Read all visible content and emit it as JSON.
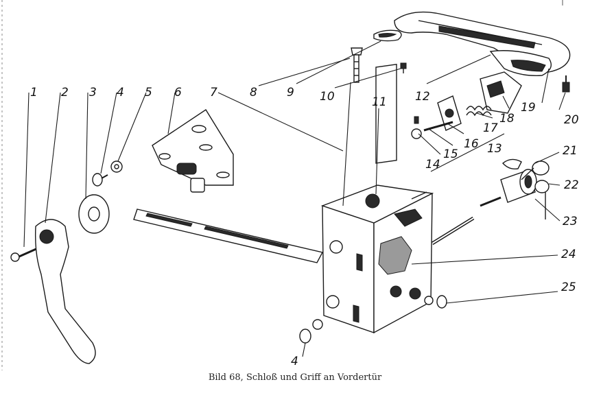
{
  "caption": "Bild 68, Schloß und Griff an Vordertür",
  "labels": {
    "p1": "1",
    "p2": "2",
    "p3": "3",
    "p4a": "4",
    "p4b": "4",
    "p5": "5",
    "p6": "6",
    "p7": "7",
    "p8": "8",
    "p9": "9",
    "p10": "10",
    "p11": "11",
    "p12": "12",
    "p13": "13",
    "p14": "14",
    "p15": "15",
    "p16": "16",
    "p17": "17",
    "p18": "18",
    "p19": "19",
    "p20": "20",
    "p21": "21",
    "p22": "22",
    "p23": "23",
    "p24": "24",
    "p25": "25"
  }
}
